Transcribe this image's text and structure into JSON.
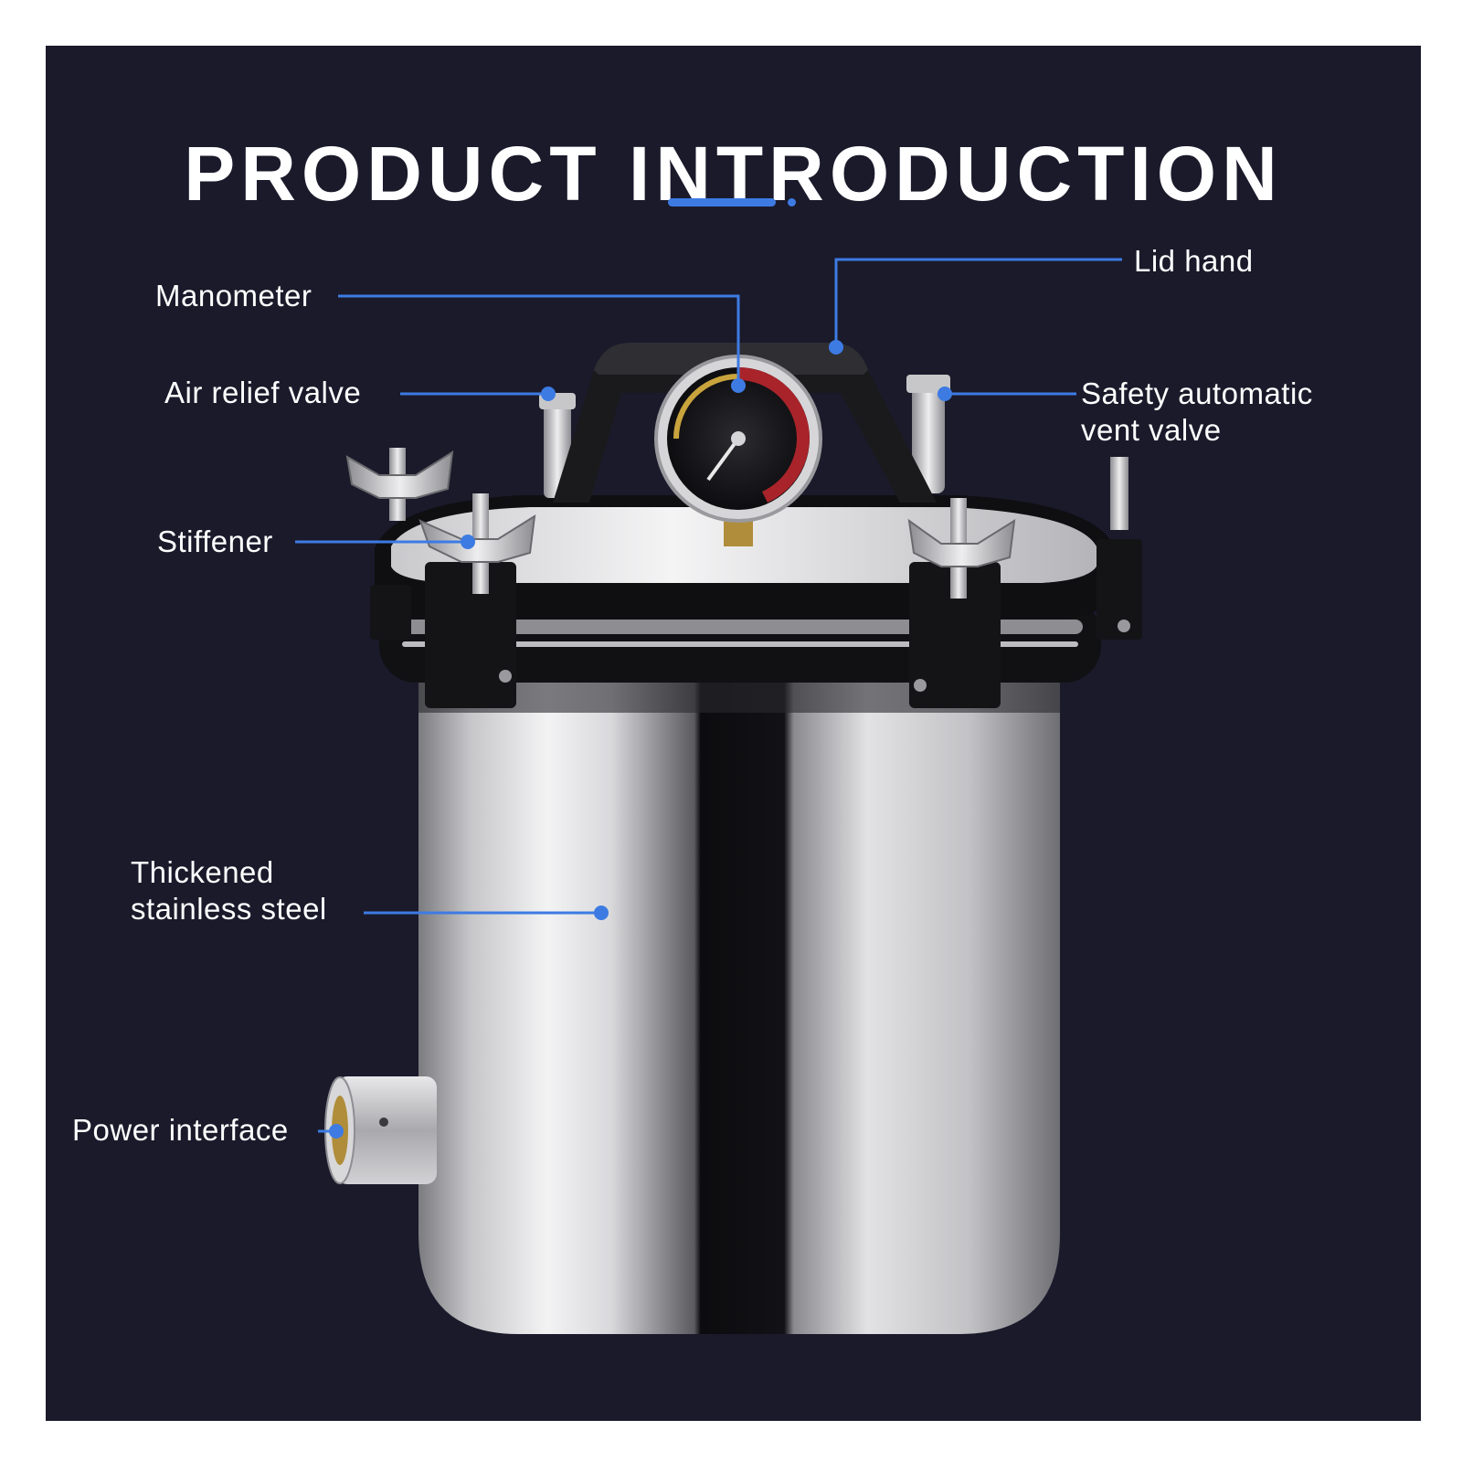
{
  "title": "PRODUCT INTRODUCTION",
  "labels": {
    "manometer": "Manometer",
    "lid_hand": "Lid hand",
    "air_relief_valve": "Air relief valve",
    "safety_vent_valve": {
      "line1": "Safety automatic",
      "line2": "vent valve"
    },
    "stiffener": "Stiffener",
    "stainless_steel": {
      "line1": "Thickened",
      "line2": "stainless steel"
    },
    "power_interface": "Power interface"
  },
  "colors": {
    "background": "#1a1a2b",
    "accent": "#3d7be3",
    "text": "#ffffff"
  },
  "icons": [
    "pressure-sterilizer-image",
    "pressure-gauge-icon",
    "wing-nut-icon"
  ]
}
